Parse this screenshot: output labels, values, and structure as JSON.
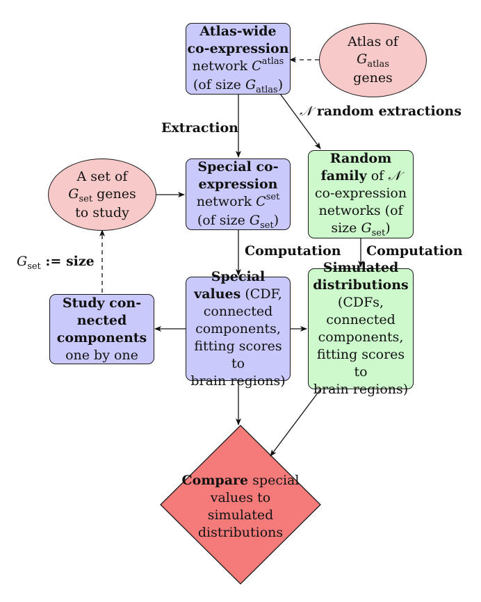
{
  "nodes": {
    "atlas_network": {
      "title_l1": "Atlas-wide",
      "title_l2": "co-expression",
      "l3": "network ",
      "var": "C",
      "sup": "atlas",
      "l4_pre": "(of size ",
      "sub_var": "G",
      "sub": "atlas",
      "l4_post": ")"
    },
    "atlas_genes": {
      "l1": "Atlas of",
      "var": "G",
      "sub": "atlas",
      "l3": "genes"
    },
    "gene_set": {
      "l1": "A set of",
      "var": "G",
      "sub": "set",
      "l2_post": " genes",
      "l3": "to study"
    },
    "special_network": {
      "title_l1": "Special co-",
      "title_l2": "expression",
      "l3": "network ",
      "var": "C",
      "sup": "set",
      "l4_pre": "(of size ",
      "sub_var": "G",
      "sub": "set",
      "l4_post": ")"
    },
    "random_family": {
      "title_l1": "Random",
      "title_l2": "family",
      "l2_post": " of ",
      "l2_var": "𝒩",
      "l3": "co-expression",
      "l4": "networks (of",
      "l5_pre": "size ",
      "sub_var": "G",
      "sub": "set",
      "l5_post": ")"
    },
    "special_values": {
      "title_l1": "Special",
      "title_l2": "values",
      "l2_post": " (CDF,",
      "l3": "connected",
      "l4": "components,",
      "l5": "fitting scores to",
      "l6": "brain regions)"
    },
    "simulated": {
      "title_l1": "Simulated",
      "title_l2": "distributions",
      "l3": "(CDFs,",
      "l4": "connected",
      "l5": "components,",
      "l6": "fitting scores to",
      "l7": "brain regions)"
    },
    "study_components": {
      "title_l1": "Study con-",
      "title_l2": "nected",
      "title_l3": "components",
      "l4": "one by one"
    },
    "compare": {
      "title": "Compare",
      "l1_post": " special",
      "l2": "values to simulated",
      "l3": "distributions"
    }
  },
  "edge_labels": {
    "extraction": "Extraction",
    "random_var": "𝒩",
    "random_extractions": " random extractions",
    "computation_left": "Computation",
    "computation_right": "Computation",
    "size_var": "G",
    "size_sub": "set",
    "size_assign": " := size"
  },
  "colors": {
    "blue_box": "#c9c9fb",
    "green_box": "#cdf9cd",
    "pink_oval": "#f7c9c9",
    "red_diamond": "#f57b7b"
  }
}
